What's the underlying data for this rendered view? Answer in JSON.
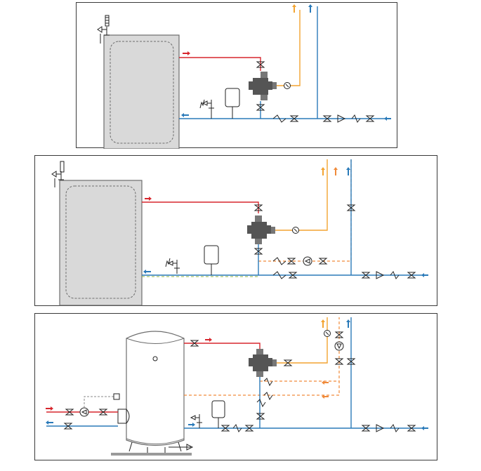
{
  "figure": {
    "panels": [
      {
        "id": "panel-1"
      },
      {
        "id": "panel-2"
      },
      {
        "id": "panel-3"
      }
    ],
    "colors": {
      "hot_water": "#d7262d",
      "cold_water": "#2a7ab9",
      "mixed_water": "#f3a431",
      "recirculation": "#f08a3a",
      "tank_fill": "#d9d9d9",
      "tank_stroke": "#6d6d6d",
      "valve_body": "#555555"
    },
    "icons": [
      "thermometer-icon",
      "relief-valve-icon",
      "expansion-vessel-icon",
      "thermostatic-mixing-valve-icon",
      "ball-valve-icon",
      "check-valve-icon",
      "strainer-icon",
      "pressure-reducer-icon",
      "circulation-pump-icon",
      "temperature-gauge-icon",
      "flow-arrow-icon",
      "storage-tank-icon"
    ]
  }
}
